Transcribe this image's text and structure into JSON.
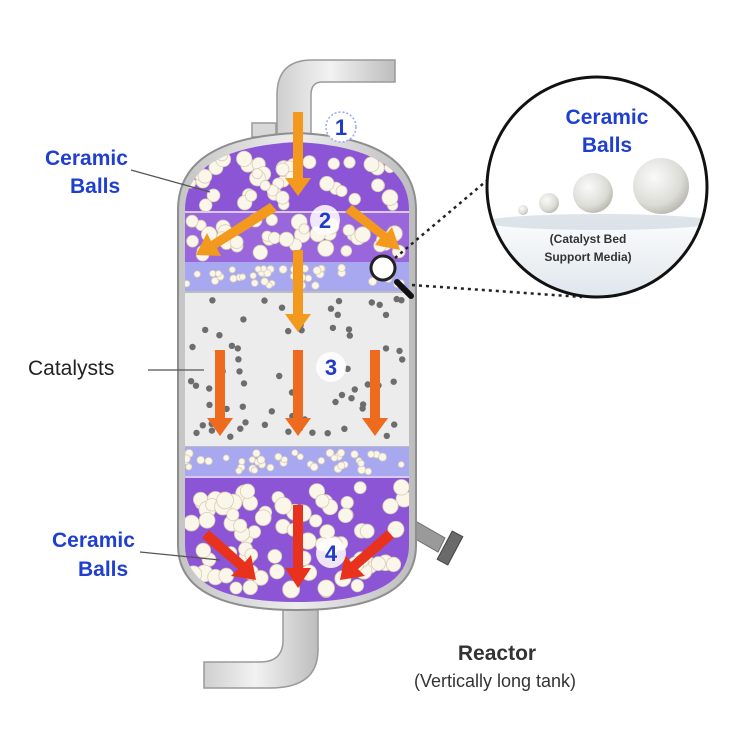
{
  "labels": {
    "ceramic_balls_top": [
      "Ceramic",
      "Balls"
    ],
    "catalysts": "Catalysts",
    "ceramic_balls_bottom": [
      "Ceramic",
      "Balls"
    ]
  },
  "zones": [
    "1",
    "2",
    "3",
    "4"
  ],
  "inset": {
    "title": [
      "Ceramic",
      "Balls"
    ],
    "caption": [
      "(Catalyst Bed",
      "Support Media)"
    ]
  },
  "reactor": {
    "title": "Reactor",
    "subtitle": "(Vertically long tank)"
  },
  "colors": {
    "ceramic_layer": "#8c55d6",
    "support_layer": "#a8a8f0",
    "catalyst_bed": "#ececec",
    "flow_orange": "#f39a1e",
    "flow_red": "#e8321e",
    "label_blue": "#1f3fd0"
  },
  "icons": {
    "flow_arrow": "arrow-down-icon",
    "magnifier": "magnifier-icon"
  }
}
